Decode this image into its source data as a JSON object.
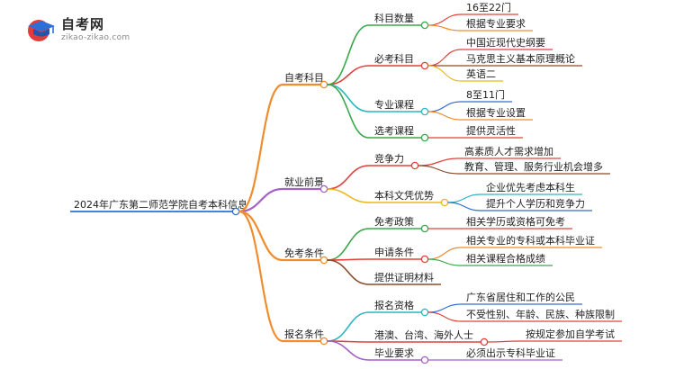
{
  "logo": {
    "title": "自考网",
    "subtitle": "zikao-zikao.com"
  },
  "root": {
    "label": "2024年广东第二师范学院自考本科信息"
  },
  "colors": {
    "orange": "#f08c2c",
    "purple": "#a561c6",
    "teal": "#2bb7bf",
    "green": "#3aa84c",
    "red": "#e0413c",
    "yellow": "#e9b71f",
    "blue": "#2f6fd0",
    "brown": "#8a4a2a",
    "gray": "#9a9a9a"
  },
  "branches": [
    {
      "label": "自考科目",
      "children": [
        {
          "label": "科目数量",
          "children": [
            "16至22门",
            "根据专业要求"
          ]
        },
        {
          "label": "必考科目",
          "children": [
            "中国近现代史纲要",
            "马克思主义基本原理概论",
            "英语二"
          ]
        },
        {
          "label": "专业课程",
          "children": [
            "8至11门",
            "根据专业设置"
          ]
        },
        {
          "label": "选考课程",
          "children": [
            "提供灵活性"
          ]
        }
      ]
    },
    {
      "label": "就业前景",
      "children": [
        {
          "label": "竞争力",
          "children": [
            "高素质人才需求增加",
            "教育、管理、服务行业机会增多"
          ]
        },
        {
          "label": "本科文凭优势",
          "children": [
            "企业优先考虑本科生",
            "提升个人学历和竞争力"
          ]
        }
      ]
    },
    {
      "label": "免考条件",
      "children": [
        {
          "label": "免考政策",
          "children": [
            "相关学历或资格可免考"
          ]
        },
        {
          "label": "申请条件",
          "children": [
            "相关专业的专科或本科毕业证",
            "相关课程合格成绩"
          ]
        },
        {
          "label": "提供证明材料",
          "children": []
        }
      ]
    },
    {
      "label": "报名条件",
      "children": [
        {
          "label": "报名资格",
          "children": [
            "广东省居住和工作的公民",
            "不受性别、年龄、民族、种族限制"
          ]
        },
        {
          "label": "港澳、台湾、海外人士",
          "children": [
            "按规定参加自学考试"
          ]
        },
        {
          "label": "毕业要求",
          "children": [
            "必须出示专科毕业证"
          ]
        }
      ]
    }
  ]
}
